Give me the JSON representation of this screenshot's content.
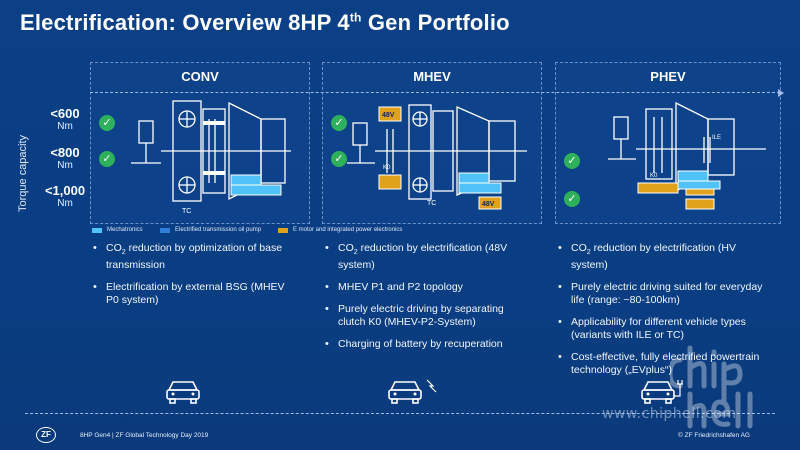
{
  "slide": {
    "title_main": "Electrification: Overview 8HP 4",
    "title_sup": "th",
    "title_end": " Gen Portfolio"
  },
  "torque": {
    "axis_label": "Torque capacity",
    "levels": [
      {
        "value": "<600",
        "unit": "Nm"
      },
      {
        "value": "<800",
        "unit": "Nm"
      },
      {
        "value": "<1,000",
        "unit": "Nm"
      }
    ]
  },
  "panels": [
    {
      "name": "CONV",
      "labels": [
        "TC"
      ]
    },
    {
      "name": "MHEV",
      "labels": [
        "48V",
        "K0",
        "TC",
        "48V"
      ]
    },
    {
      "name": "PHEV",
      "labels": [
        "ILE",
        "K0"
      ]
    }
  ],
  "legend": [
    {
      "label": "Mechatronics",
      "color": "#4fc3f7"
    },
    {
      "label": "Electrified transmission oil pump",
      "color": "#2f7fd6"
    },
    {
      "label": "E motor and integrated power electronics",
      "color": "#e0a21b"
    }
  ],
  "columns": [
    {
      "bullets": [
        {
          "pre": "CO",
          "sub": "2",
          "post": " reduction by optimization of base transmission"
        },
        {
          "pre": "Electrification by external BSG (MHEV P0 system)",
          "sub": "",
          "post": ""
        }
      ]
    },
    {
      "bullets": [
        {
          "pre": "CO",
          "sub": "2",
          "post": " reduction by electrification (48V system)"
        },
        {
          "pre": "MHEV P1 and P2 topology",
          "sub": "",
          "post": ""
        },
        {
          "pre": "Purely electric driving by separating clutch K0 (MHEV-P2-System)",
          "sub": "",
          "post": ""
        },
        {
          "pre": "Charging of battery by recuperation",
          "sub": "",
          "post": ""
        }
      ]
    },
    {
      "bullets": [
        {
          "pre": "CO",
          "sub": "2",
          "post": " reduction by electrification  (HV system)"
        },
        {
          "pre": "Purely electric driving suited for  everyday life (range: ~80-100km)",
          "sub": "",
          "post": ""
        },
        {
          "pre": "Applicability for different vehicle  types (variants with ILE or TC)",
          "sub": "",
          "post": ""
        },
        {
          "pre": "Cost-effective, fully electrified powertrain technology („EVplus“)",
          "sub": "",
          "post": ""
        }
      ]
    }
  ],
  "footer": {
    "logo": "ZF",
    "left": "8HP Gen4 | ZF Global Technology Day 2019",
    "right": "© ZF Friedrichshafen AG"
  },
  "watermark": {
    "text": "www.chiphell.com"
  },
  "check_glyph": "✓",
  "colors": {
    "background": "#0b3f86",
    "check": "#2fb05a",
    "mechatronics": "#4fc3f7",
    "oil_pump": "#2f7fd6",
    "emotor": "#e0a21b"
  }
}
